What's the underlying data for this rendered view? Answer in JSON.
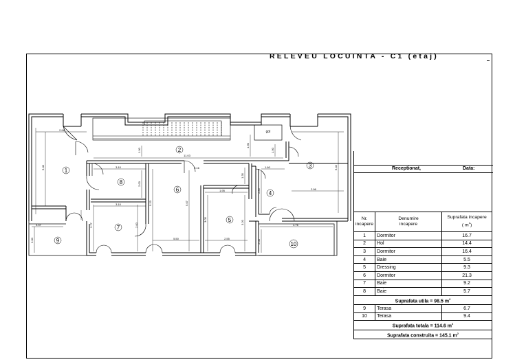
{
  "header": {
    "title": "RELEVEU LOCUINTA - C1 (etaj)"
  },
  "plan": {
    "room_numbers": [
      "1",
      "2",
      "3",
      "4",
      "5",
      "6",
      "7",
      "8",
      "9",
      "10"
    ],
    "gol_label": "gol",
    "dimensions": {
      "d_2_98": "2.98",
      "d_11_03": "11.03",
      "d_3_10a": "3.10",
      "d_3_10b": "3.10",
      "d_1_60": "1.60",
      "d_2_96": "2.96",
      "d_1_95": "1.95",
      "d_3_37": "3.37",
      "d_5_50": "5.50",
      "d_2_55": "2.55",
      "d_4_76": "4.76",
      "d_5_40": "5.40",
      "d_5_42": "5.42",
      "d_5_07": "5.07",
      "d_5_23": "5.23",
      "d_2_77": "2.77",
      "d_3_05": "3.05",
      "d_3_20": "3.20",
      "d_2_86": "2.86",
      "d_1_90a": "1.90",
      "d_1_90b": "1.90",
      "d_2_00a": "2.00",
      "d_2_00b": "2.00",
      "d_2_00c": "2.00",
      "d_1_35": "1.35",
      "d_0_16": "0.16"
    }
  },
  "reception": {
    "receptionat": "Receptionat,",
    "data": "Data:"
  },
  "legend": {
    "headers": {
      "nr_1": "Nr.",
      "nr_2": "incapere",
      "den_1": "Denumire",
      "den_2": "incapere",
      "sup_1": "Suprafata incapere",
      "sup_2": "( m",
      "sup_exp": "2",
      "sup_3": ")"
    },
    "rows": [
      {
        "nr": "1",
        "name": "Dormitor",
        "area": "16.7"
      },
      {
        "nr": "2",
        "name": "Hol",
        "area": "14.4"
      },
      {
        "nr": "3",
        "name": "Dormitor",
        "area": "16.4"
      },
      {
        "nr": "4",
        "name": "Baie",
        "area": "5.5"
      },
      {
        "nr": "5",
        "name": "Dressing",
        "area": "9.3"
      },
      {
        "nr": "6",
        "name": "Dormitor",
        "area": "21.3"
      },
      {
        "nr": "7",
        "name": "Baie",
        "area": "9.2"
      },
      {
        "nr": "8",
        "name": "Baie",
        "area": "5.7"
      }
    ],
    "suprafata_utila": "Suprafata utila = 98.5 m",
    "terase": [
      {
        "nr": "9",
        "name": "Terasa",
        "area": "6.7"
      },
      {
        "nr": "10",
        "name": "Terasa",
        "area": "9.4"
      }
    ],
    "suprafata_totala": "Suprafata totala = 114.6 m",
    "suprafata_construita": "Suprafata construita = 145.1 m",
    "exp": "2"
  }
}
